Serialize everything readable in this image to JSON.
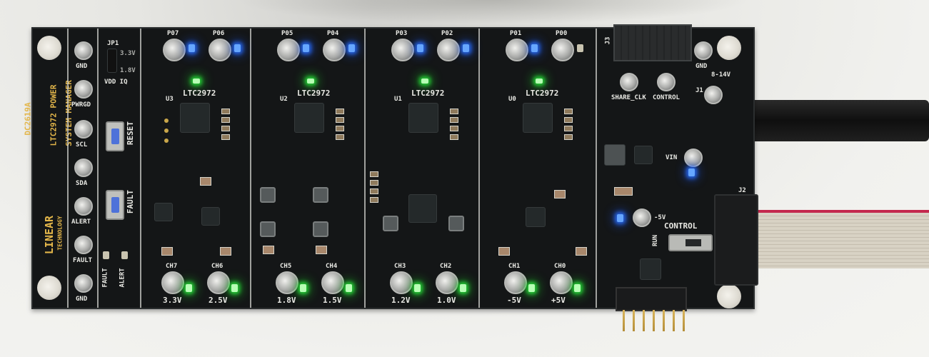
{
  "photo": {
    "subject": "LTC2972 power system manager demo circuit board",
    "board": {
      "id": "DC2619A",
      "title_line1": "LTC2972 POWER",
      "title_line2": "SYSTEM MANAGER",
      "brand": "LINEAR",
      "brand_sub": "TECHNOLOGY"
    },
    "left_test_points": [
      "GND",
      "PWRGD",
      "SCL",
      "SDA",
      "ALERT",
      "FAULT",
      "GND"
    ],
    "jumper": {
      "label": "JP1",
      "opt_high": "3.3V",
      "opt_low": "1.8V",
      "net": "VDD IQ"
    },
    "buttons": [
      {
        "label": "RESET"
      },
      {
        "label": "FAULT"
      }
    ],
    "status_leds": [
      {
        "label": "FAULT",
        "state": "off"
      },
      {
        "label": "ALERT",
        "state": "off"
      }
    ],
    "chips": [
      {
        "ref": "U3",
        "part": "LTC2972"
      },
      {
        "ref": "U2",
        "part": "LTC2972"
      },
      {
        "ref": "U1",
        "part": "LTC2972"
      },
      {
        "ref": "U0",
        "part": "LTC2972"
      }
    ],
    "pwm_test_points": [
      {
        "label": "P07",
        "led": "blue"
      },
      {
        "label": "P06",
        "led": "blue"
      },
      {
        "label": "P05",
        "led": "blue"
      },
      {
        "label": "P04",
        "led": "blue"
      },
      {
        "label": "P03",
        "led": "blue"
      },
      {
        "label": "P02",
        "led": "blue"
      },
      {
        "label": "P01",
        "led": "blue"
      },
      {
        "label": "P00",
        "led": "off"
      }
    ],
    "channels": [
      {
        "label": "CH7",
        "voltage": "3.3V",
        "led": "green"
      },
      {
        "label": "CH6",
        "voltage": "2.5V",
        "led": "green"
      },
      {
        "label": "CH5",
        "voltage": "1.8V",
        "led": "green"
      },
      {
        "label": "CH4",
        "voltage": "1.5V",
        "led": "green"
      },
      {
        "label": "CH3",
        "voltage": "1.2V",
        "led": "green"
      },
      {
        "label": "CH2",
        "voltage": "1.0V",
        "led": "green"
      },
      {
        "label": "CH1",
        "voltage": "-5V",
        "led": "green"
      },
      {
        "label": "CH0",
        "voltage": "+5V",
        "led": "green"
      }
    ],
    "right_section": {
      "header_ref": "J3",
      "test_points": [
        "SHARE_CLK",
        "CONTROL"
      ],
      "gnd_label": "GND",
      "input_range": "8-14V",
      "power_jack_ref": "J1",
      "vin_label": "VIN",
      "neg5v_label": "-5V",
      "switch_label": "CONTROL",
      "switch_pos_label": "RUN",
      "ribbon_connector_ref": "J2"
    },
    "colors": {
      "pcb": "#141617",
      "silkscreen": "#e9e9e4",
      "led_blue": "#3b82ff",
      "led_green": "#33e04a",
      "logo_gold": "#e3b64a",
      "ribbon_stripe": "#c4284d"
    }
  }
}
